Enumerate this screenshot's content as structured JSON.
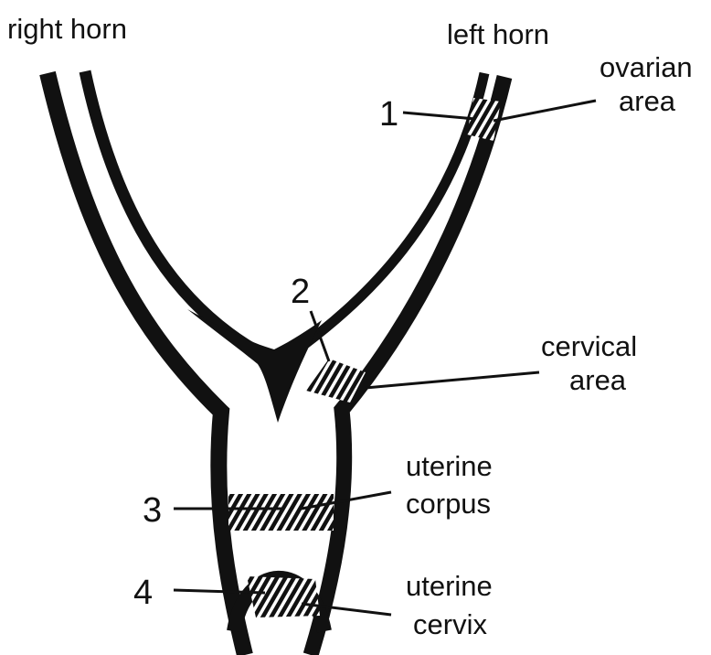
{
  "labels": {
    "right_horn": "right horn",
    "left_horn": "left horn",
    "ovarian_area": [
      "ovarian",
      "area"
    ],
    "cervical_area": [
      "cervical",
      "area"
    ],
    "uterine_corpus": [
      "uterine",
      "corpus"
    ],
    "uterine_cervix": [
      "uterine",
      "cervix"
    ]
  },
  "section_numbers": [
    "1",
    "2",
    "3",
    "4"
  ],
  "colors": {
    "ink": "#111111",
    "background": "#ffffff"
  }
}
